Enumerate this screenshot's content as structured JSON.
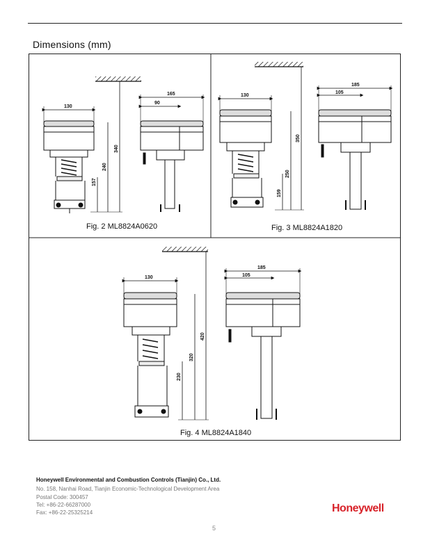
{
  "section_title": "Dimensions (mm)",
  "figures": [
    {
      "caption": "Fig. 2 ML8824A0620",
      "dims": {
        "w_front": "130",
        "w_side": "165",
        "w_side_half": "90",
        "h_total": "340",
        "h_mid": "240",
        "h_low": "157"
      }
    },
    {
      "caption": "Fig. 3 ML8824A1820",
      "dims": {
        "w_front": "130",
        "w_side": "185",
        "w_side_half": "105",
        "h_total": "350",
        "h_mid": "250",
        "h_low": "159"
      }
    },
    {
      "caption": "Fig. 4 ML8824A1840",
      "dims": {
        "w_front": "130",
        "w_side": "185",
        "w_side_half": "105",
        "h_total": "420",
        "h_mid": "320",
        "h_low": "230"
      }
    }
  ],
  "footer": {
    "company": "Honeywell Environmental and Combustion Controls (Tianjin) Co., Ltd.",
    "address": "No. 158, Nanhai Road, Tianjin Economic-Technological Development Area",
    "postal": "Postal Code: 300457",
    "tel": "Tel: +86-22-66287000",
    "fax": "Fax: +86-22-25325214"
  },
  "brand": "Honeywell",
  "page_number": "5",
  "colors": {
    "brand_red": "#d8232a",
    "line": "#222222"
  }
}
